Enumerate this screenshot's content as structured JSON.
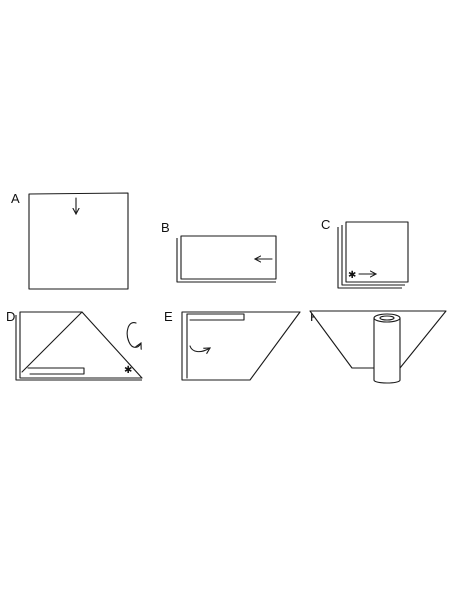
{
  "steps": [
    {
      "id": "A",
      "label": "A"
    },
    {
      "id": "B",
      "label": "B"
    },
    {
      "id": "C",
      "label": "C"
    },
    {
      "id": "D",
      "label": "D"
    },
    {
      "id": "E",
      "label": "E"
    },
    {
      "id": "F",
      "label": "F"
    }
  ],
  "marker_glyph": "✱",
  "ink_color": "#1a1a1a",
  "icons": {
    "down_arrow": "arrow-down-icon",
    "left_arrow": "arrow-left-icon",
    "right_arrow": "arrow-right-icon",
    "rotate": "rotate-arrow-icon",
    "curl": "curved-arrow-icon"
  }
}
